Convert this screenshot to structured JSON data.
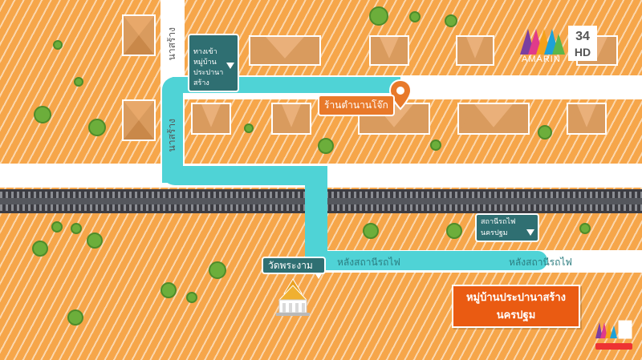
{
  "map": {
    "roads": {
      "vertical_upper": "นาสร้าง",
      "vertical_middle": "นาสร้าง",
      "station_back_left": "หลังสถานีรถไฟ",
      "station_back_right": "หลังสถานีรถไฟ"
    },
    "callouts": {
      "village_entrance": "ทางเข้าหมู่บ้าน\nประปานาสร้าง",
      "station": "สถานีรถไฟนครปฐม",
      "temple": "วัดพระงาม"
    },
    "destination": {
      "label": "ร้านตำนานโจ๊ก",
      "marker_icon": "location-pin-icon"
    },
    "title": {
      "line1": "หมู่บ้านประปานาสร้าง",
      "line2": "นครปฐม"
    },
    "temple_icon": "temple-icon"
  },
  "channel": {
    "brand": "AMARIN",
    "channel_number": "34",
    "hd": "HD"
  },
  "colors": {
    "ground": "#f6a64a",
    "route": "#4fd3d6",
    "road": "#ffffff",
    "railway": "#3c3c42",
    "callout": "#2f6f72",
    "title_box": "#ea5b12",
    "pin": "#e8792a"
  }
}
